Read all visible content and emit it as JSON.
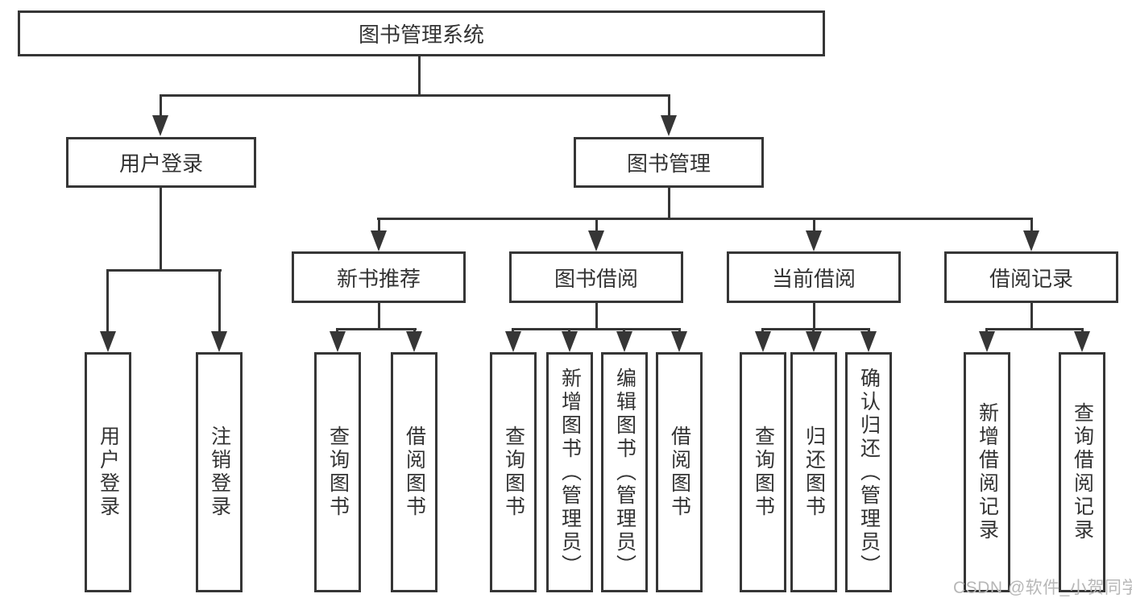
{
  "diagram": {
    "title": "图书管理系统",
    "root": "图书管理系统",
    "level2": [
      "用户登录",
      "图书管理"
    ],
    "level3": [
      "新书推荐",
      "图书借阅",
      "当前借阅",
      "借阅记录"
    ],
    "leaves_login": [
      "用户登录",
      "注销登录"
    ],
    "leaves_newbook": [
      "查询图书",
      "借阅图书"
    ],
    "leaves_borrow": [
      "查询图书",
      "新增图书（管理员）",
      "编辑图书（管理员）",
      "借阅图书"
    ],
    "leaves_current": [
      "查询图书",
      "归还图书",
      "确认归还（管理员）"
    ],
    "leaves_records": [
      "新增借阅记录",
      "查询借阅记录"
    ]
  },
  "watermark": "CSDN @软件_小贺同学",
  "colors": {
    "line": "#363636",
    "text": "#333333",
    "watermark": "#b7b7b7",
    "background": "#ffffff"
  }
}
